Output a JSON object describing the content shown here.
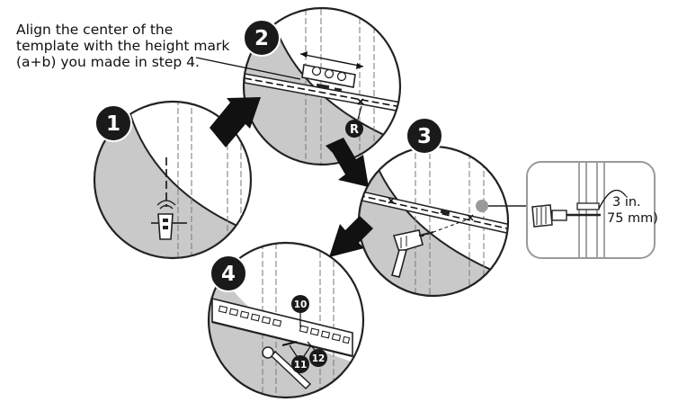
{
  "instruction": {
    "line1": "Align the center of the",
    "line2": "template with the height mark",
    "line3": "(a+b) you made in step 4."
  },
  "steps": [
    {
      "number": "1"
    },
    {
      "number": "2"
    },
    {
      "number": "3"
    },
    {
      "number": "4"
    }
  ],
  "callouts": {
    "r": "R",
    "c10": "10",
    "c11": "11",
    "c12": "12"
  },
  "inset": {
    "dim_line1": "3 in.",
    "dim_line2": "75 mm)"
  },
  "colors": {
    "badge": "#1a1a1a",
    "shade": "#c9c9c9",
    "arrow": "#111111",
    "stroke": "#222222"
  }
}
